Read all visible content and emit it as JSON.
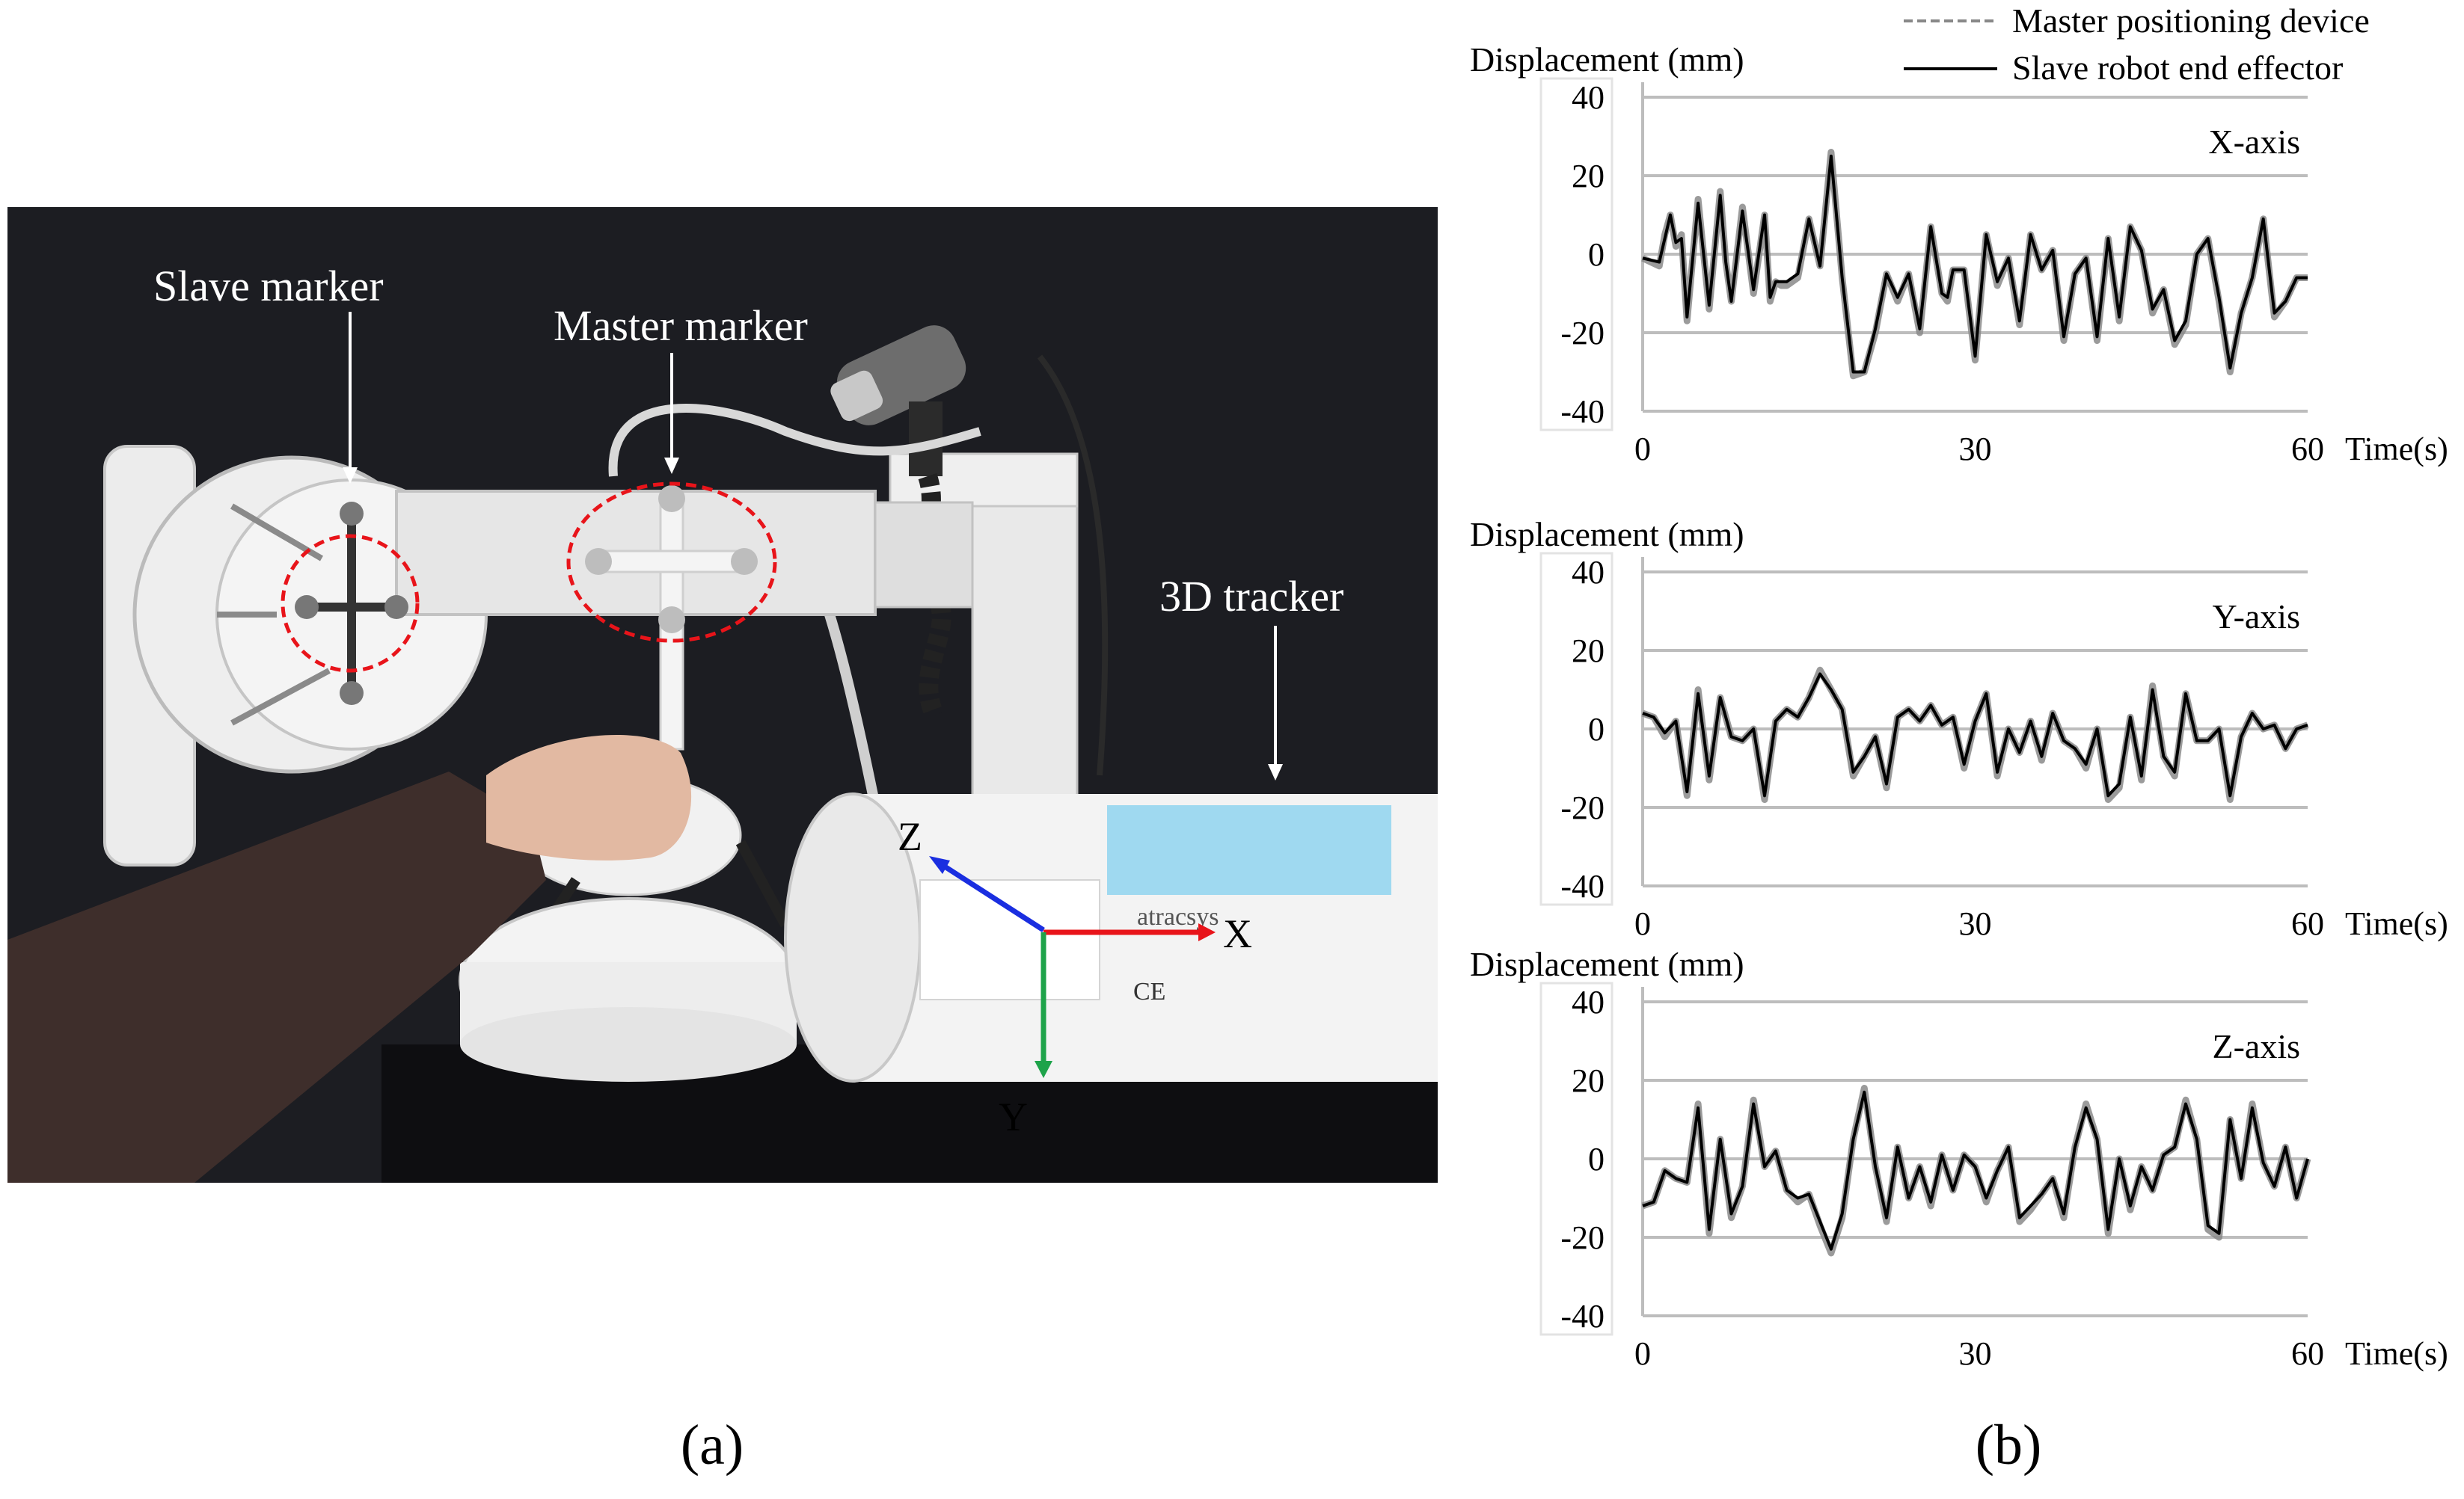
{
  "photo": {
    "labels": {
      "slave_marker": "Slave marker",
      "master_marker": "Master marker",
      "tracker": "3D tracker"
    },
    "axes": {
      "x": "X",
      "y": "Y",
      "z": "Z"
    },
    "brand": "atracsys",
    "ce_mark": "CE",
    "colors": {
      "x_axis": "#e8141a",
      "y_axis": "#1ea34a",
      "z_axis": "#1a2ee0",
      "marker_circle": "#e8141a",
      "background": "#1c1d22"
    }
  },
  "panel_labels": {
    "a": "(a)",
    "b": "(b)"
  },
  "legend": [
    {
      "name": "Master positioning device",
      "style": "dashed",
      "color": "#888888"
    },
    {
      "name": "Slave robot end effector",
      "style": "solid",
      "color": "#000000"
    }
  ],
  "chart_data": [
    {
      "type": "line",
      "annotation": "X-axis",
      "ylabel": "Displacement (mm)",
      "xlabel": "Time(s)",
      "xlim": [
        0,
        60
      ],
      "ylim": [
        -40,
        40
      ],
      "xticks": [
        "0",
        "30",
        "60"
      ],
      "yticks": [
        "40",
        "20",
        "0",
        "-20",
        "-40"
      ],
      "x": [
        0,
        1.5,
        2,
        2.5,
        3,
        3.5,
        4,
        5,
        6,
        7,
        7.5,
        8,
        9,
        10,
        11,
        11.5,
        12,
        12.5,
        13,
        14,
        15,
        16,
        17,
        18,
        19,
        20,
        21,
        22,
        23,
        24,
        25,
        26,
        27,
        27.5,
        28,
        29,
        30,
        31,
        32,
        33,
        34,
        35,
        36,
        37,
        38,
        39,
        40,
        41,
        42,
        43,
        44,
        45,
        46,
        47,
        48,
        49,
        50,
        51,
        52,
        53,
        54,
        55,
        56,
        57,
        58,
        59,
        60
      ],
      "series": [
        {
          "name": "Master positioning device",
          "values": [
            -1,
            -3,
            5,
            10,
            2,
            5,
            -17,
            14,
            -14,
            16,
            -2,
            -12,
            12,
            -10,
            10,
            -12,
            -7,
            -8,
            -8,
            -6,
            9,
            -3,
            26,
            -6,
            -31,
            -30,
            -20,
            -5,
            -12,
            -5,
            -20,
            7,
            -10,
            -12,
            -4,
            -4,
            -27,
            5,
            -8,
            -1,
            -18,
            5,
            -4,
            1,
            -22,
            -5,
            -1,
            -22,
            4,
            -17,
            7,
            1,
            -15,
            -9,
            -23,
            -18,
            0,
            4,
            -12,
            -30,
            -15,
            -6,
            9,
            -16,
            -12,
            -6,
            -6
          ]
        },
        {
          "name": "Slave robot end effector",
          "values": [
            -1,
            -2,
            4,
            10,
            3,
            4,
            -16,
            13,
            -13,
            15,
            -2,
            -12,
            11,
            -9,
            10,
            -11,
            -7,
            -7,
            -7,
            -5,
            9,
            -3,
            25,
            -6,
            -30,
            -30,
            -19,
            -5,
            -11,
            -5,
            -19,
            7,
            -10,
            -11,
            -4,
            -4,
            -26,
            5,
            -7,
            -1,
            -17,
            5,
            -4,
            1,
            -21,
            -5,
            -1,
            -21,
            4,
            -16,
            7,
            1,
            -14,
            -9,
            -22,
            -17,
            0,
            4,
            -11,
            -29,
            -15,
            -6,
            9,
            -15,
            -12,
            -6,
            -6
          ]
        }
      ]
    },
    {
      "type": "line",
      "annotation": "Y-axis",
      "ylabel": "Displacement (mm)",
      "xlabel": "Time(s)",
      "xlim": [
        0,
        60
      ],
      "ylim": [
        -40,
        40
      ],
      "xticks": [
        "0",
        "30",
        "60"
      ],
      "yticks": [
        "40",
        "20",
        "0",
        "-20",
        "-40"
      ],
      "x": [
        0,
        1,
        2,
        3,
        4,
        5,
        6,
        7,
        8,
        9,
        10,
        11,
        12,
        13,
        14,
        15,
        16,
        17,
        18,
        19,
        20,
        21,
        22,
        23,
        24,
        25,
        26,
        27,
        28,
        29,
        30,
        31,
        32,
        33,
        34,
        35,
        36,
        37,
        38,
        39,
        40,
        41,
        42,
        43,
        44,
        45,
        46,
        47,
        48,
        49,
        50,
        51,
        52,
        53,
        54,
        55,
        56,
        57,
        58,
        59,
        60
      ],
      "series": [
        {
          "name": "Master positioning device",
          "values": [
            4,
            3,
            -2,
            2,
            -17,
            10,
            -13,
            8,
            -2,
            -3,
            0,
            -18,
            2,
            5,
            3,
            8,
            15,
            10,
            5,
            -12,
            -7,
            -2,
            -15,
            3,
            5,
            2,
            6,
            1,
            3,
            -10,
            2,
            9,
            -12,
            0,
            -6,
            2,
            -8,
            4,
            -3,
            -5,
            -10,
            0,
            -18,
            -15,
            3,
            -13,
            11,
            -7,
            -12,
            9,
            -3,
            -3,
            0,
            -18,
            -2,
            4,
            0,
            1,
            -5,
            0,
            1
          ]
        },
        {
          "name": "Slave robot end effector",
          "values": [
            4,
            3,
            -1,
            2,
            -16,
            9,
            -12,
            8,
            -2,
            -3,
            0,
            -17,
            2,
            5,
            3,
            8,
            14,
            10,
            5,
            -11,
            -7,
            -2,
            -14,
            3,
            5,
            2,
            6,
            1,
            3,
            -9,
            2,
            9,
            -11,
            0,
            -6,
            2,
            -7,
            4,
            -3,
            -5,
            -9,
            0,
            -17,
            -14,
            3,
            -12,
            10,
            -7,
            -11,
            9,
            -3,
            -3,
            0,
            -17,
            -2,
            4,
            0,
            1,
            -5,
            0,
            1
          ]
        }
      ]
    },
    {
      "type": "line",
      "annotation": "Z-axis",
      "ylabel": "Displacement (mm)",
      "xlabel": "Time(s)",
      "xlim": [
        0,
        60
      ],
      "ylim": [
        -40,
        40
      ],
      "xticks": [
        "0",
        "30",
        "60"
      ],
      "yticks": [
        "40",
        "20",
        "0",
        "-20",
        "-40"
      ],
      "x": [
        0,
        1,
        2,
        3,
        4,
        5,
        6,
        7,
        8,
        9,
        10,
        11,
        12,
        13,
        14,
        15,
        16,
        17,
        18,
        19,
        20,
        21,
        22,
        23,
        24,
        25,
        26,
        27,
        28,
        29,
        30,
        31,
        32,
        33,
        34,
        35,
        36,
        37,
        38,
        39,
        40,
        41,
        42,
        43,
        44,
        45,
        46,
        47,
        48,
        49,
        50,
        51,
        52,
        53,
        54,
        55,
        56,
        57,
        58,
        59,
        60
      ],
      "series": [
        {
          "name": "Master positioning device",
          "values": [
            -12,
            -11,
            -3,
            -5,
            -6,
            14,
            -19,
            5,
            -15,
            -7,
            15,
            -2,
            2,
            -8,
            -11,
            -9,
            -17,
            -24,
            -15,
            5,
            18,
            -2,
            -16,
            3,
            -10,
            -2,
            -12,
            1,
            -8,
            1,
            -2,
            -11,
            -3,
            3,
            -16,
            -13,
            -9,
            -5,
            -15,
            3,
            14,
            5,
            -19,
            0,
            -13,
            -2,
            -8,
            1,
            3,
            15,
            5,
            -18,
            -20,
            10,
            -5,
            14,
            -1,
            -7,
            3,
            -10,
            0
          ]
        },
        {
          "name": "Slave robot end effector",
          "values": [
            -12,
            -11,
            -3,
            -5,
            -6,
            13,
            -18,
            5,
            -14,
            -7,
            14,
            -2,
            2,
            -8,
            -10,
            -9,
            -16,
            -23,
            -14,
            5,
            17,
            -2,
            -15,
            3,
            -10,
            -2,
            -11,
            1,
            -8,
            1,
            -2,
            -10,
            -3,
            3,
            -15,
            -12,
            -9,
            -5,
            -14,
            3,
            13,
            5,
            -18,
            0,
            -12,
            -2,
            -8,
            1,
            3,
            14,
            5,
            -17,
            -19,
            10,
            -5,
            13,
            -1,
            -7,
            3,
            -10,
            0
          ]
        }
      ]
    }
  ]
}
